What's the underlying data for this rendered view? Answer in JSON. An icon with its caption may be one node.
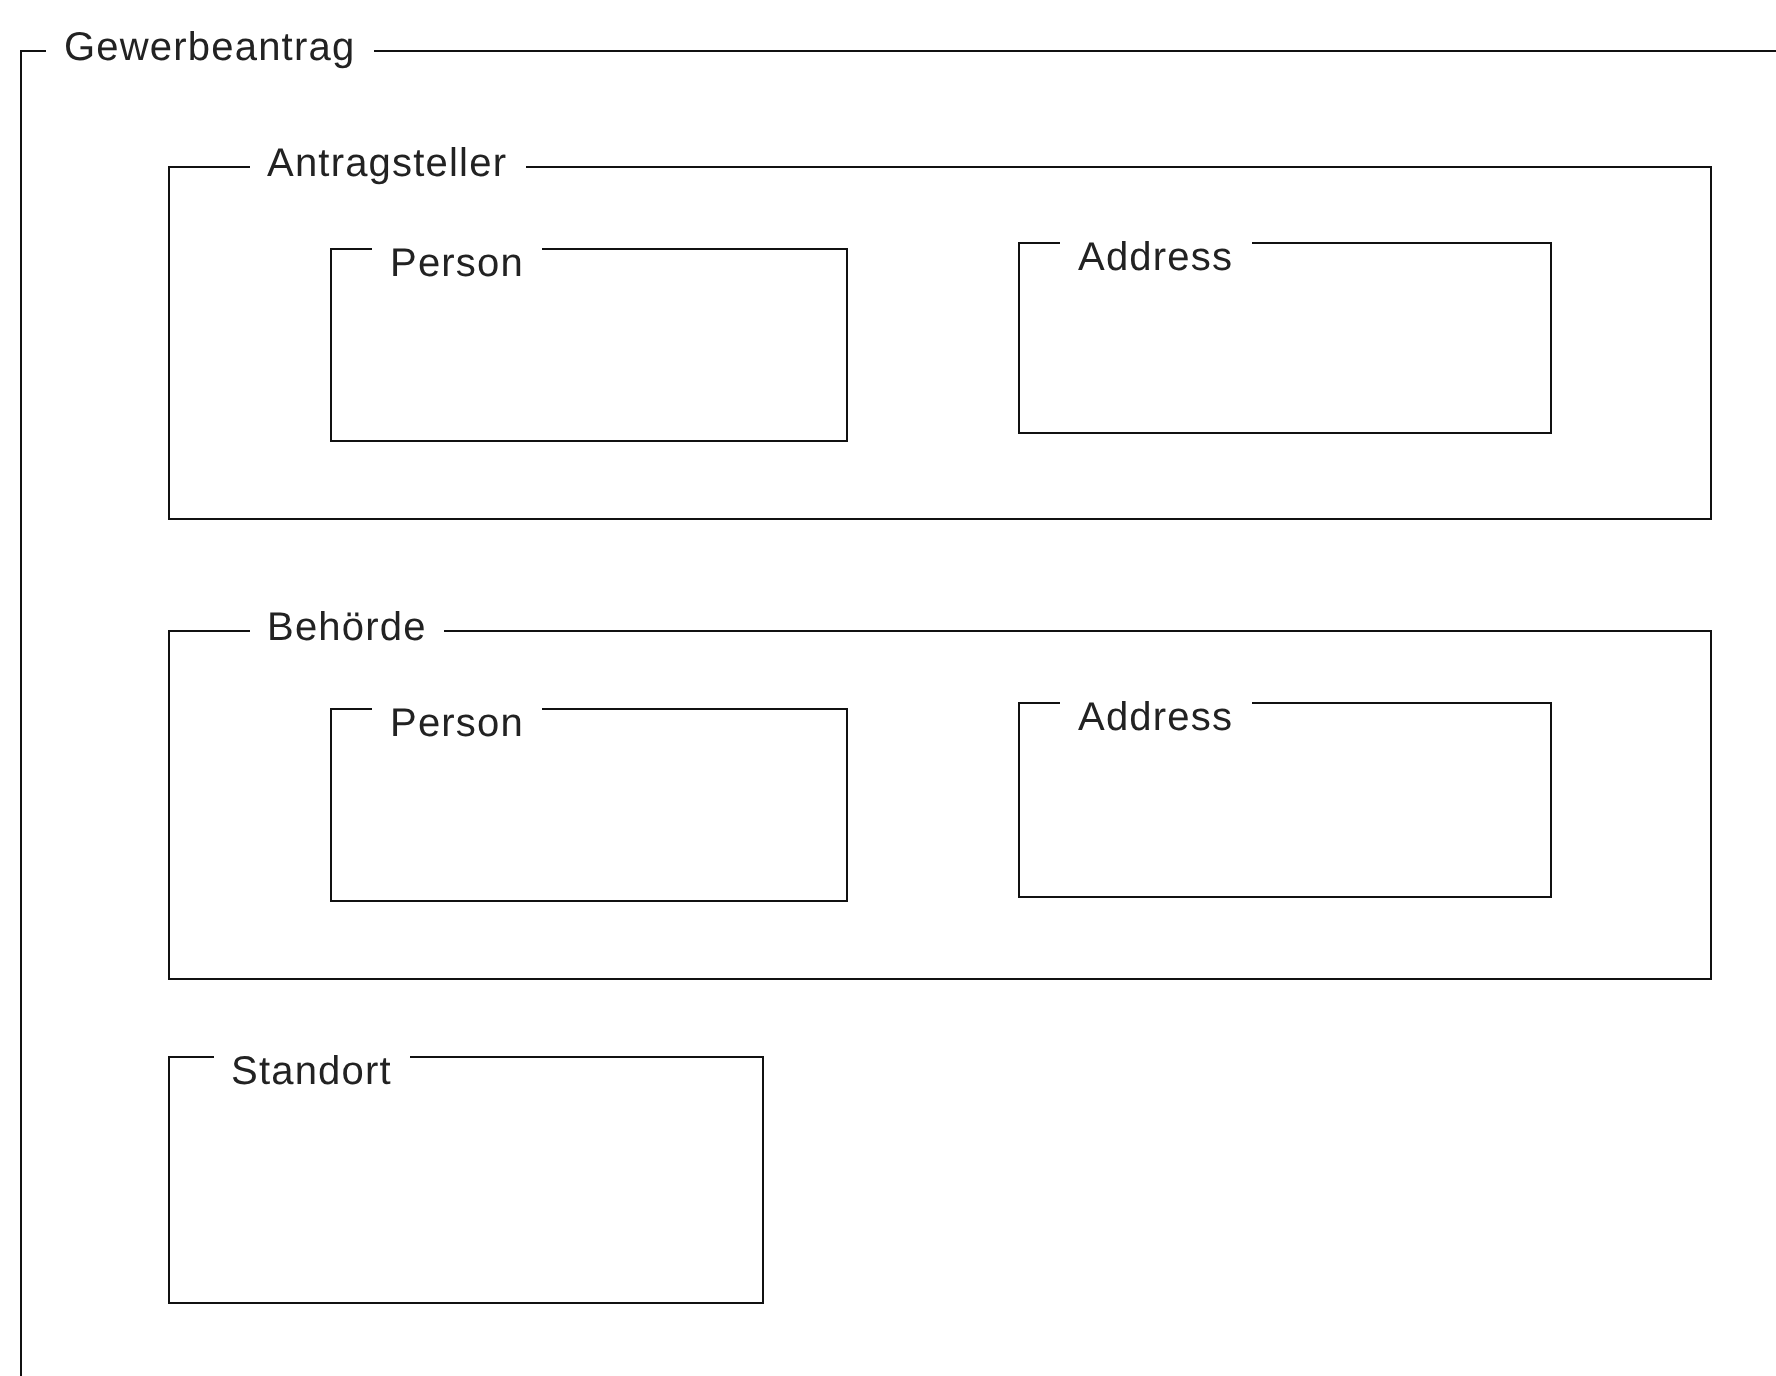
{
  "diagram": {
    "nodes": [
      {
        "text": [
          "Gewerbeantrag"
        ]
      },
      {
        "text": [
          "Antragsteller"
        ],
        "in": 0
      },
      {
        "text": [
          "Person"
        ],
        "in": 1
      },
      {
        "text": [
          "Address"
        ],
        "in": 1
      },
      {
        "text": [
          "Behörde"
        ],
        "in": 0
      },
      {
        "text": [
          "Person"
        ],
        "in": 4
      },
      {
        "text": [
          "Address"
        ],
        "in": 4
      },
      {
        "text": [
          "Standort"
        ],
        "in": 0
      }
    ]
  }
}
